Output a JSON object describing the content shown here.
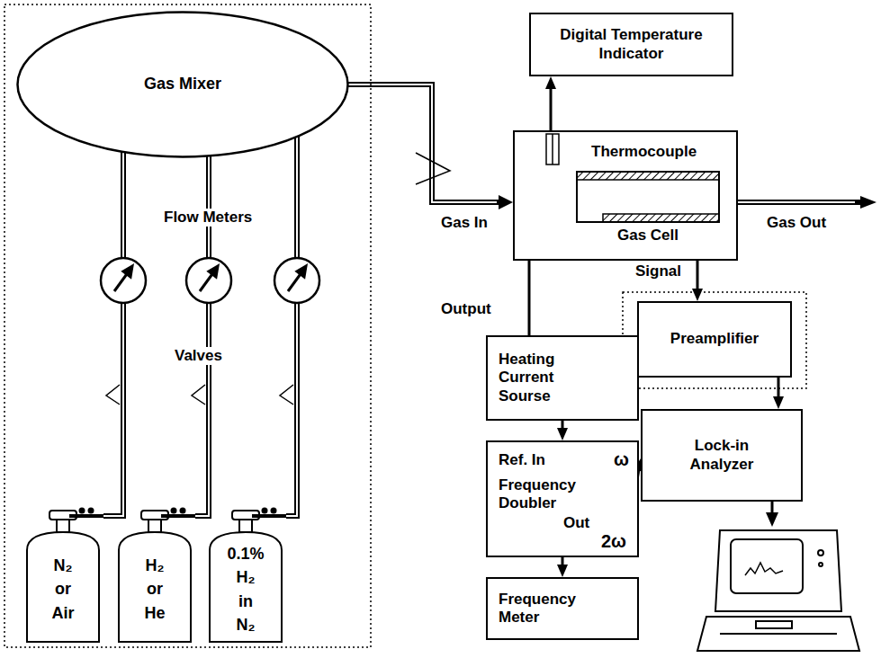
{
  "diagram": {
    "nodes": [
      {
        "text": [
          "Gas Mixer"
        ]
      },
      {
        "text": [
          "Digital Temperature Indicator"
        ]
      },
      {
        "text": [
          "Thermocouple"
        ]
      },
      {
        "text": [
          "Gas Cell"
        ],
        "in": 2
      },
      {
        "text": [
          "Heating Current Sourse"
        ]
      },
      {
        "text": [
          "Ref. In",
          "ω",
          "Frequency Doubler",
          "Out",
          "2ω"
        ]
      },
      {
        "text": [
          "Frequency Meter"
        ]
      },
      {
        "text": [
          "Preamplifier"
        ]
      },
      {
        "text": [
          "Lock-in Analyzer"
        ]
      },
      {
        "text": [
          "N₂ or Air"
        ]
      },
      {
        "text": [
          "H₂ or He"
        ]
      },
      {
        "text": [
          "0.1% H₂ in N₂"
        ]
      }
    ],
    "edges": [
      {
        "from": 9,
        "to": 0,
        "arrow": "none"
      },
      {
        "from": 10,
        "to": 0,
        "arrow": "none"
      },
      {
        "from": 11,
        "to": 0,
        "arrow": "none"
      },
      {
        "from": 0,
        "to": 2,
        "arrow": "to"
      },
      {
        "from": 2,
        "to": 1,
        "arrow": "to"
      },
      {
        "from": 4,
        "to": 3,
        "label": "Output",
        "arrow": "to"
      },
      {
        "from": 4,
        "to": 5,
        "arrow": "to"
      },
      {
        "from": 5,
        "to": 6,
        "arrow": "to"
      },
      {
        "from": 5,
        "to": 8,
        "arrow": "to"
      },
      {
        "from": 3,
        "to": 7,
        "label": "Signal",
        "arrow": "to"
      },
      {
        "from": 7,
        "to": 8,
        "arrow": "to"
      }
    ],
    "labels": [
      "Flow Meters",
      "Valves",
      "Gas In",
      "Gas Out"
    ]
  }
}
